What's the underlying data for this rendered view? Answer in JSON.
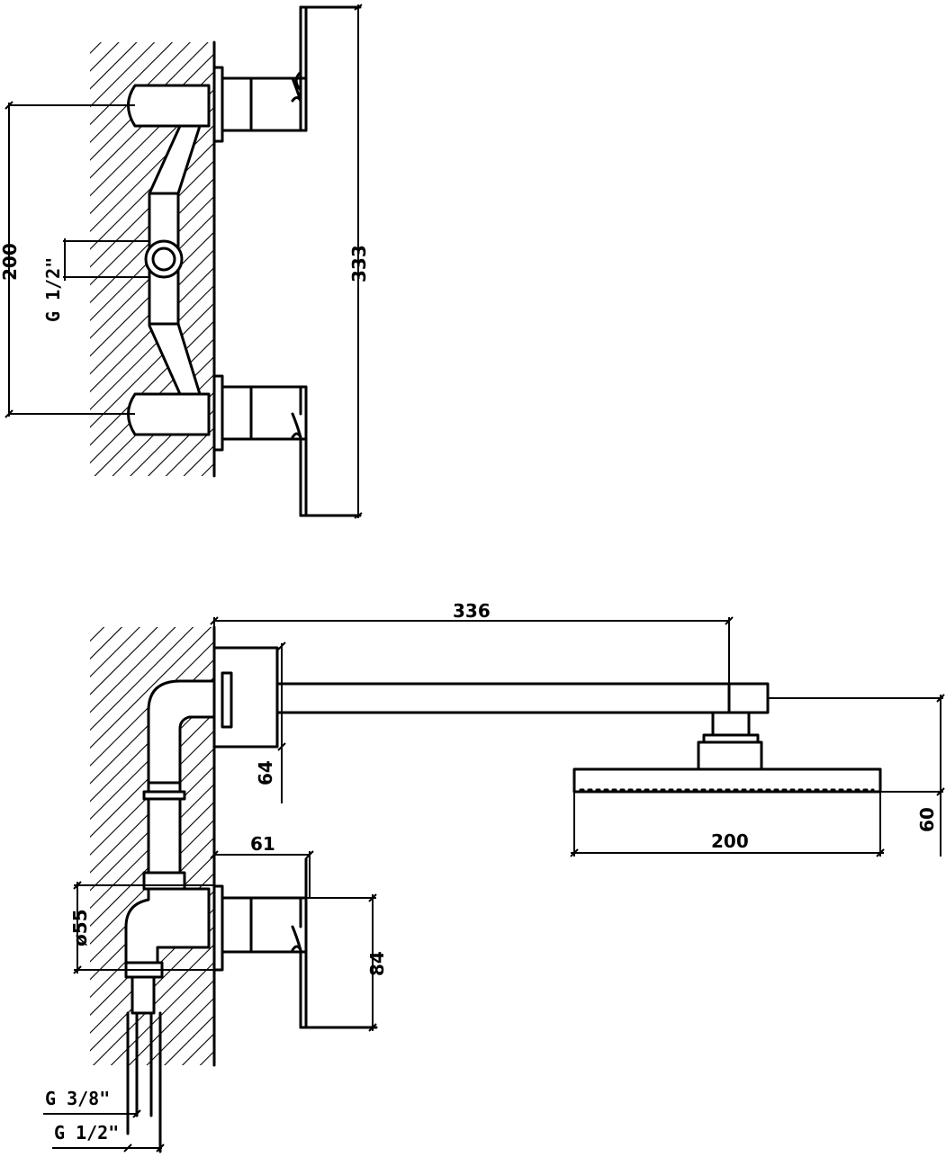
{
  "labels": {
    "dim_200_top": "200",
    "dim_333": "333",
    "thread_top": "G 1/2\"",
    "dim_336": "336",
    "dim_64": "64",
    "dim_61": "61",
    "dim_55": "ø55",
    "dim_84": "84",
    "dim_200_head": "200",
    "dim_60": "60",
    "thread_38": "G 3/8\"",
    "thread_12": "G 1/2\""
  }
}
